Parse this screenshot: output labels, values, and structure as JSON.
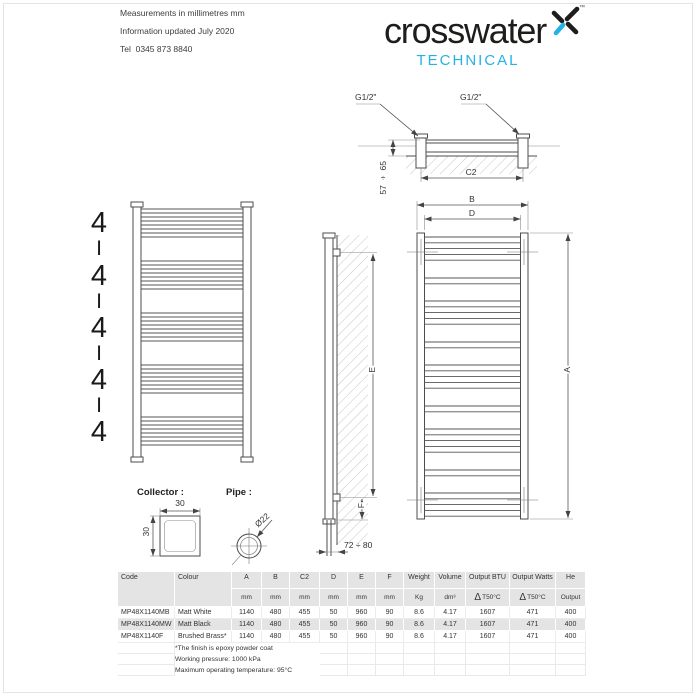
{
  "meta": {
    "line1": "Measurements in millimetres mm",
    "line2": "Information updated July 2020",
    "line3": "Tel  0345 873 8840"
  },
  "brand": {
    "logo_text": "crosswater",
    "trademark": "™",
    "tagline": "TECHNICAL",
    "accent_color": "#24B2E4"
  },
  "drawings": {
    "mount": {
      "left_fitting_label": "G1/2\"",
      "right_fitting_label": "G1/2\"",
      "depth_dim": "57 ÷ 65",
      "c2_label": "C2",
      "b_label": "B",
      "d_label": "D"
    },
    "front_left": {
      "group_labels": [
        "4",
        "I",
        "4",
        "I",
        "4",
        "I",
        "4",
        "I",
        "4"
      ]
    },
    "side": {
      "e_label": "E",
      "f_label": "F",
      "wall_pipe_dim": "72 ÷ 80"
    },
    "front_right": {
      "a_label": "A"
    },
    "collector": {
      "title": "Collector :",
      "width_dim": "30",
      "height_dim": "30"
    },
    "pipe": {
      "title": "Pipe :",
      "diameter_label": "Ø22"
    }
  },
  "table": {
    "headers": [
      {
        "label": "Code",
        "unit_big": "",
        "unit": ""
      },
      {
        "label": "Colour",
        "unit_big": "",
        "unit": ""
      },
      {
        "label": "A",
        "unit_big": "",
        "unit": "mm"
      },
      {
        "label": "B",
        "unit_big": "",
        "unit": "mm"
      },
      {
        "label": "C2",
        "unit_big": "",
        "unit": "mm"
      },
      {
        "label": "D",
        "unit_big": "",
        "unit": "mm"
      },
      {
        "label": "E",
        "unit_big": "",
        "unit": "mm"
      },
      {
        "label": "F",
        "unit_big": "",
        "unit": "mm"
      },
      {
        "label": "Weight",
        "unit_big": "",
        "unit": "Kg"
      },
      {
        "label": "Volume",
        "unit_big": "",
        "unit": "dm³"
      },
      {
        "label": "Output BTU",
        "unit_big": "Δ",
        "unit": "T50°C"
      },
      {
        "label": "Output Watts",
        "unit_big": "Δ",
        "unit": "T50°C"
      },
      {
        "label": "He",
        "unit_big": "",
        "unit": "Output"
      }
    ],
    "rows": [
      [
        "MP48X1140MB",
        "Matt White",
        "1140",
        "480",
        "455",
        "50",
        "960",
        "90",
        "8.6",
        "4.17",
        "1607",
        "471",
        "400"
      ],
      [
        "MP48X1140MW",
        "Matt Black",
        "1140",
        "480",
        "455",
        "50",
        "960",
        "90",
        "8.6",
        "4.17",
        "1607",
        "471",
        "400"
      ],
      [
        "MP48X1140F",
        "Brushed Brass*",
        "1140",
        "480",
        "455",
        "50",
        "960",
        "90",
        "8.6",
        "4.17",
        "1607",
        "471",
        "400"
      ]
    ],
    "notes": [
      "*The finish is epoxy powder coat",
      "Working pressure: 1000 kPa",
      "Maximum operating temperature: 95°C"
    ]
  }
}
